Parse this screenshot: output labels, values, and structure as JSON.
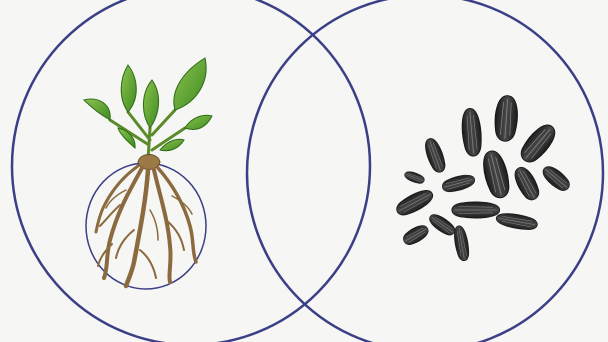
{
  "diagram": {
    "type": "venn",
    "sets": [
      {
        "contents": "plant-with-roots-illustration"
      },
      {
        "contents": "seeds-illustration"
      }
    ],
    "colors": {
      "outline": "#3b3f86",
      "background": "#f6f6f4",
      "leaf": "#4f9a2c",
      "leaf_highlight": "#8cc44e",
      "root": "#8a6a3e",
      "seed": "#2a2a2a"
    },
    "icons": [
      "plant-root-icon",
      "sunflower-seed-icon"
    ]
  }
}
